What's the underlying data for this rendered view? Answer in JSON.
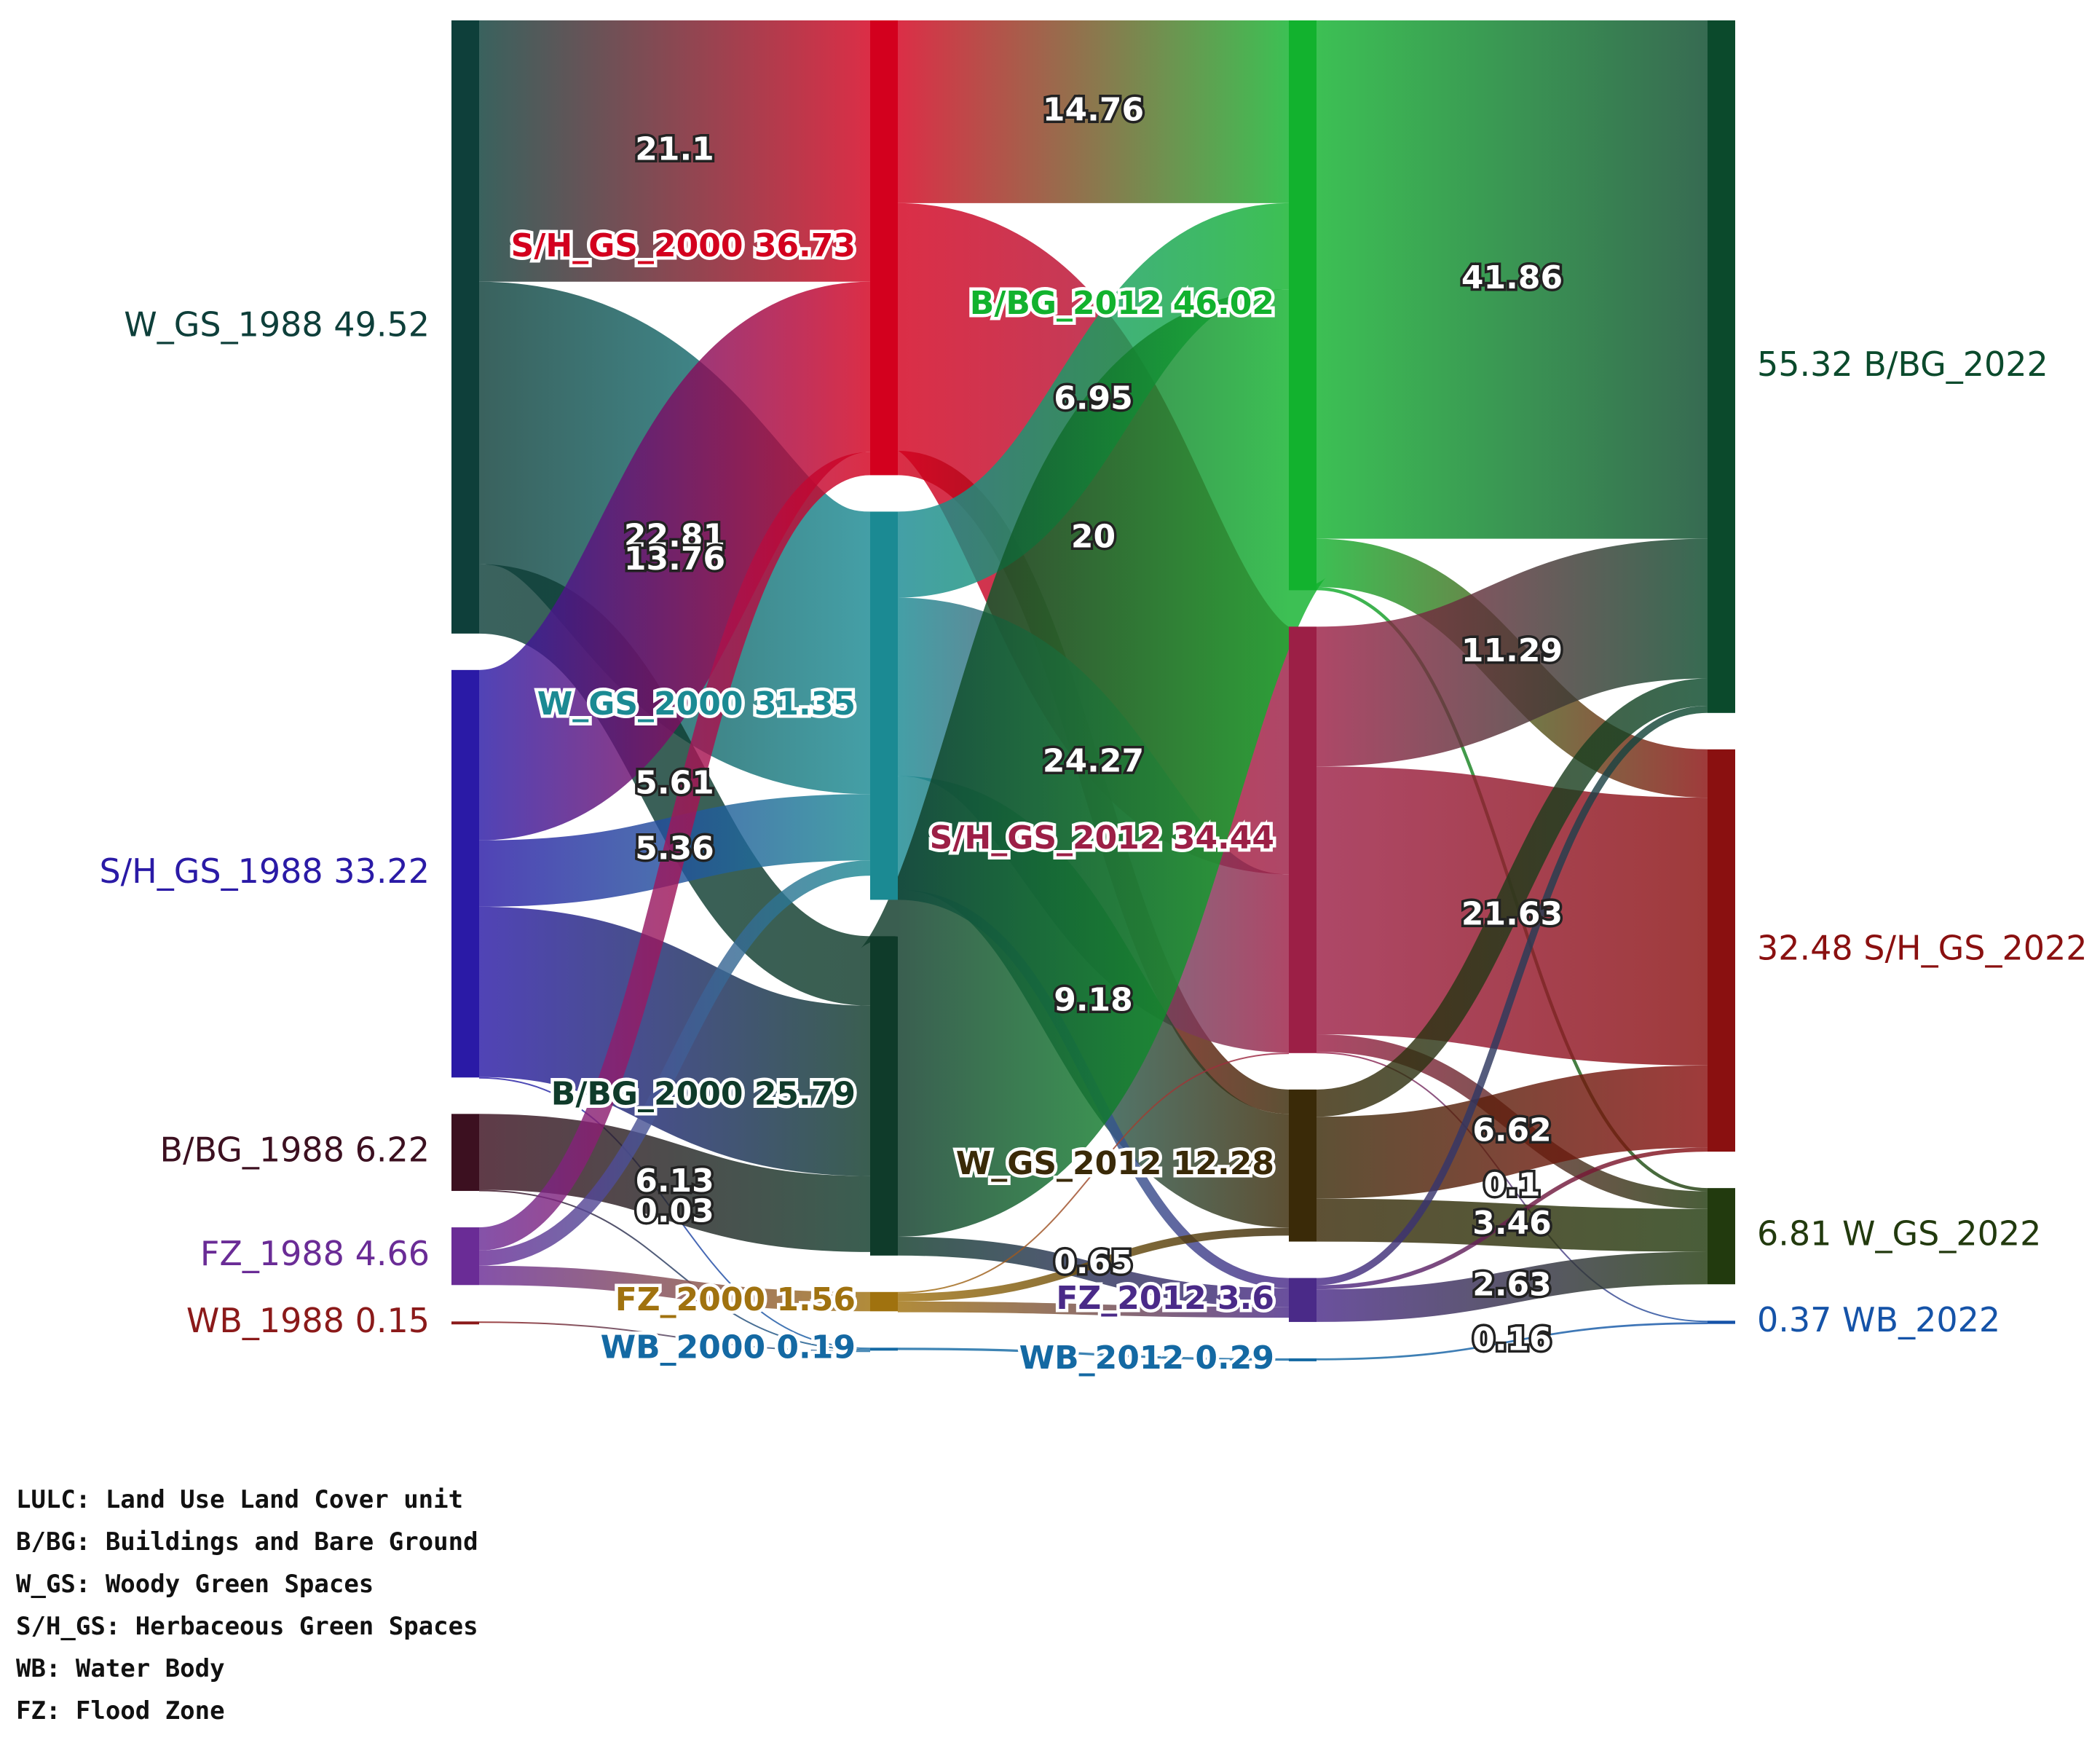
{
  "nodes": [
    {
      "id": "wgs88",
      "label": "W_GS_1988 49.52",
      "color": "#0e3f3a",
      "column": 0
    },
    {
      "id": "shgs88",
      "label": "S/H_GS_1988 33.22",
      "color": "#2a1aa6",
      "column": 0
    },
    {
      "id": "bbg88",
      "label": "B/BG_1988 6.22",
      "color": "#3c1020",
      "column": 0
    },
    {
      "id": "fz88",
      "label": "FZ_1988 4.66",
      "color": "#6a2c96",
      "column": 0
    },
    {
      "id": "wb88",
      "label": "WB_1988 0.15",
      "color": "#8b1a1a",
      "column": 0
    },
    {
      "id": "shgs00",
      "label": "S/H_GS_2000 36.73",
      "color": "#d3001e",
      "column": 1
    },
    {
      "id": "wgs00",
      "label": "W_GS_2000 31.35",
      "color": "#1b8a93",
      "column": 1
    },
    {
      "id": "bbg00",
      "label": "B/BG_2000 25.79",
      "color": "#0f3b2a",
      "column": 1
    },
    {
      "id": "fz00",
      "label": "FZ_2000 1.56",
      "color": "#a0720f",
      "column": 1
    },
    {
      "id": "wb00",
      "label": "WB_2000 0.19",
      "color": "#1469a3",
      "column": 1
    },
    {
      "id": "bbg12",
      "label": "B/BG_2012 46.02",
      "color": "#12b22e",
      "column": 2
    },
    {
      "id": "shgs12",
      "label": "S/H_GS_2012 34.44",
      "color": "#9c1f46",
      "column": 2
    },
    {
      "id": "wgs12",
      "label": "W_GS_2012 12.28",
      "color": "#3a2a08",
      "column": 2
    },
    {
      "id": "fz12",
      "label": "FZ_2012 3.6",
      "color": "#4a2a88",
      "column": 2
    },
    {
      "id": "wb12",
      "label": "WB_2012 0.29",
      "color": "#1469a3",
      "column": 2
    },
    {
      "id": "bbg22",
      "label": "55.32 B/BG_2022",
      "color": "#0b4a2c",
      "column": 3
    },
    {
      "id": "shgs22",
      "label": "32.48 S/H_GS_2022",
      "color": "#8a1010",
      "column": 3
    },
    {
      "id": "wgs22",
      "label": "6.81 W_GS_2022",
      "color": "#223a0e",
      "column": 3
    },
    {
      "id": "wb22",
      "label": "0.37 WB_2022",
      "color": "#1553a8",
      "column": 3
    }
  ],
  "links": [
    {
      "source": "wgs88",
      "target": "shgs00",
      "value": 21.1
    },
    {
      "source": "wgs88",
      "target": "wgs00",
      "value": 22.81
    },
    {
      "source": "wgs88",
      "target": "bbg00",
      "value": 5.61
    },
    {
      "source": "shgs88",
      "target": "shgs00",
      "value": 13.76
    },
    {
      "source": "shgs88",
      "target": "wgs00",
      "value": 5.36
    },
    {
      "source": "shgs88",
      "target": "bbg00",
      "value": 13.76
    },
    {
      "source": "shgs88",
      "target": "wb00",
      "value": 0.03
    },
    {
      "source": "bbg88",
      "target": "bbg00",
      "value": 6.13
    },
    {
      "source": "bbg88",
      "target": "wb00",
      "value": 0.09
    },
    {
      "source": "fz88",
      "target": "shgs00",
      "value": 1.87
    },
    {
      "source": "fz88",
      "target": "wgs00",
      "value": 1.23
    },
    {
      "source": "fz88",
      "target": "fz00",
      "value": 1.56
    },
    {
      "source": "wb88",
      "target": "wb00",
      "value": 0.07
    },
    {
      "source": "shgs00",
      "target": "bbg12",
      "value": 14.76
    },
    {
      "source": "shgs00",
      "target": "shgs12",
      "value": 20
    },
    {
      "source": "shgs00",
      "target": "wgs12",
      "value": 1.97
    },
    {
      "source": "wgs00",
      "target": "bbg12",
      "value": 6.95
    },
    {
      "source": "wgs00",
      "target": "shgs12",
      "value": 14.4
    },
    {
      "source": "wgs00",
      "target": "wgs12",
      "value": 9.18
    },
    {
      "source": "wgs00",
      "target": "fz12",
      "value": 0.82
    },
    {
      "source": "bbg00",
      "target": "bbg12",
      "value": 24.27
    },
    {
      "source": "bbg00",
      "target": "fz12",
      "value": 1.52
    },
    {
      "source": "fz00",
      "target": "shgs12",
      "value": 0.04
    },
    {
      "source": "fz00",
      "target": "wgs12",
      "value": 0.65
    },
    {
      "source": "fz00",
      "target": "fz12",
      "value": 0.87
    },
    {
      "source": "wb00",
      "target": "wb12",
      "value": 0.19
    },
    {
      "source": "bbg12",
      "target": "bbg22",
      "value": 41.86
    },
    {
      "source": "bbg12",
      "target": "shgs22",
      "value": 3.9
    },
    {
      "source": "bbg12",
      "target": "wgs22",
      "value": 0.26
    },
    {
      "source": "shgs12",
      "target": "bbg22",
      "value": 11.29
    },
    {
      "source": "shgs12",
      "target": "shgs22",
      "value": 21.63
    },
    {
      "source": "shgs12",
      "target": "wgs22",
      "value": 1.42
    },
    {
      "source": "shgs12",
      "target": "wb22",
      "value": 0.1
    },
    {
      "source": "wgs12",
      "target": "bbg22",
      "value": 2.2
    },
    {
      "source": "wgs12",
      "target": "shgs22",
      "value": 6.62
    },
    {
      "source": "wgs12",
      "target": "wgs22",
      "value": 3.46
    },
    {
      "source": "fz12",
      "target": "shgs22",
      "value": 0.34
    },
    {
      "source": "fz12",
      "target": "wgs22",
      "value": 2.63
    },
    {
      "source": "fz12",
      "target": "bbg22",
      "value": 0.58
    },
    {
      "source": "wb12",
      "target": "wb22",
      "value": 0.16
    }
  ],
  "flow_labels": [
    {
      "text": "21.1"
    },
    {
      "text": "22.81"
    },
    {
      "text": "5.61"
    },
    {
      "text": "5.36"
    },
    {
      "text": "0.03"
    },
    {
      "text": "13.76"
    },
    {
      "text": "6.13"
    },
    {
      "text": "14.76"
    },
    {
      "text": "6.95"
    },
    {
      "text": "20"
    },
    {
      "text": "24.27"
    },
    {
      "text": "9.18"
    },
    {
      "text": "0.65"
    },
    {
      "text": "41.86"
    },
    {
      "text": "11.29"
    },
    {
      "text": "21.63"
    },
    {
      "text": "0.1"
    },
    {
      "text": "6.62"
    },
    {
      "text": "3.46"
    },
    {
      "text": "2.63"
    },
    {
      "text": "0.16"
    }
  ],
  "glossary": [
    "LULC: Land Use Land Cover unit",
    "B/BG: Buildings and Bare Ground",
    "W_GS: Woody Green Spaces",
    "S/H_GS: Herbaceous Green Spaces",
    "WB: Water Body",
    "FZ: Flood Zone"
  ]
}
